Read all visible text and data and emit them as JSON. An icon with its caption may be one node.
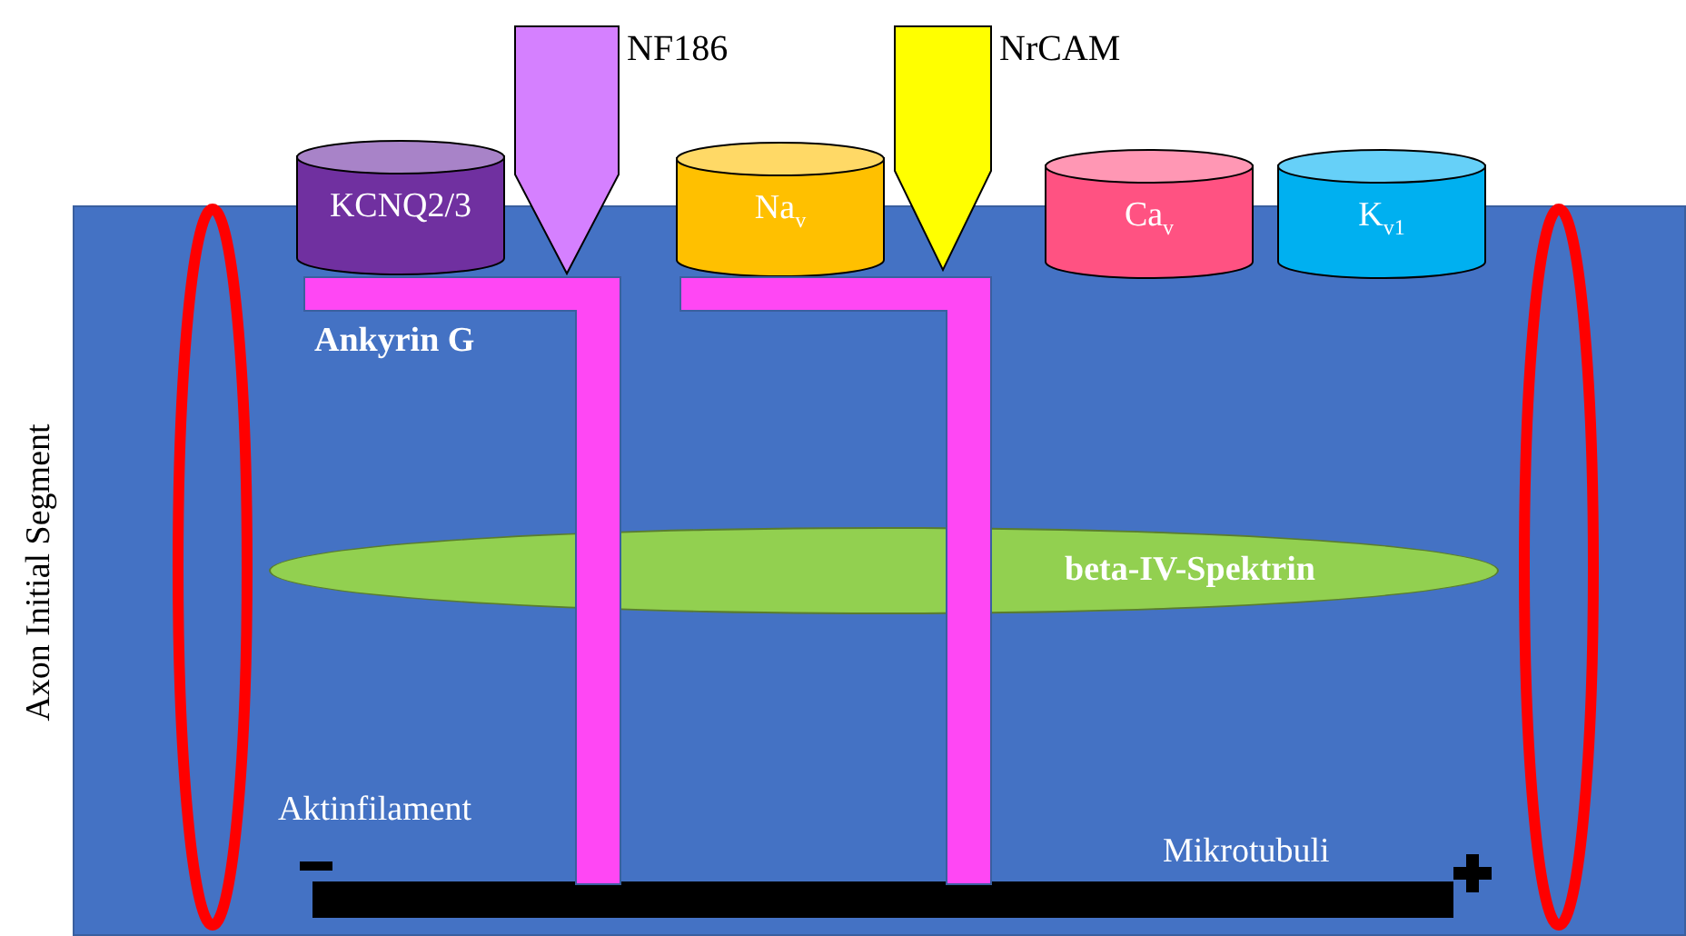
{
  "diagram": {
    "nodes": [
      {
        "text": [
          "KCNQ2/3"
        ]
      },
      {
        "text": [
          "NF186"
        ]
      },
      {
        "text": [
          "Na$_{v}$"
        ]
      },
      {
        "text": [
          "NrCAM"
        ]
      },
      {
        "text": [
          "Ca$_{v}$"
        ]
      },
      {
        "text": [
          "K$_{v1}$"
        ]
      },
      {
        "text": [
          "Ankyrin G"
        ]
      },
      {
        "text": [],
        "shape": "bar"
      },
      {
        "text": [
          "beta-IV-Spektrin"
        ]
      },
      {
        "text": [
          "Mikrotubuli"
        ]
      },
      {
        "text": [],
        "shape": "ring"
      },
      {
        "text": [],
        "shape": "ring"
      }
    ],
    "labels": [
      "Axon Initial Segment",
      "Aktinfilament"
    ]
  }
}
